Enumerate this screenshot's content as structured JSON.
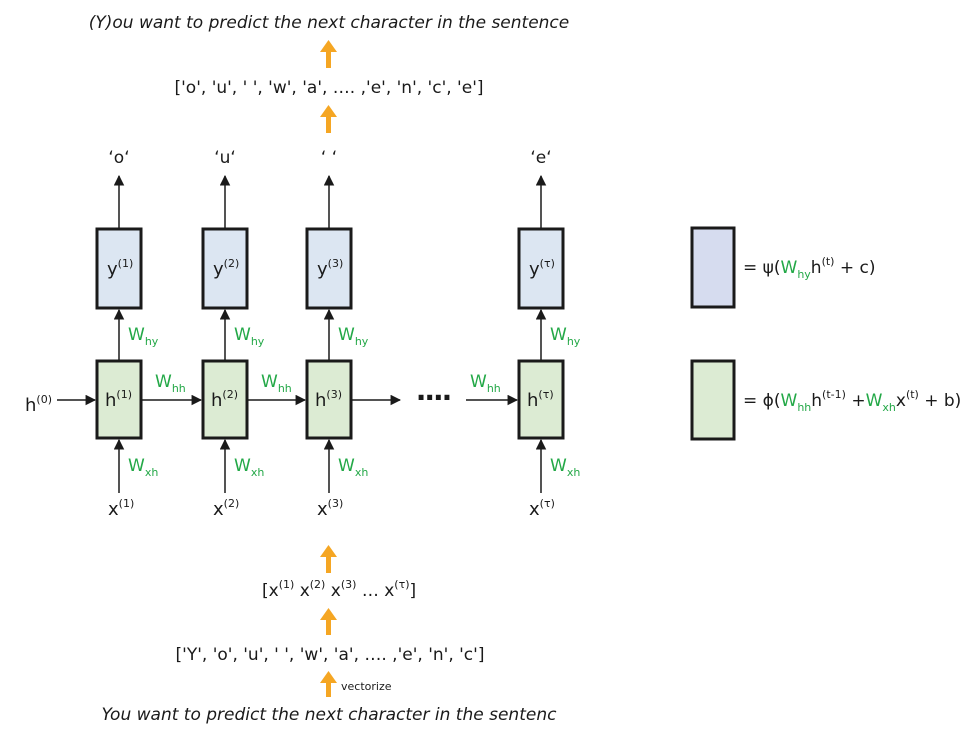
{
  "top_caption": "(Y)ou want to predict the next character in the sentence",
  "bottom_caption": "You want to predict the next character in the sentenc",
  "output_list": "['o', 'u', ' ', 'w', 'a', …. ,'e', 'n', 'c', 'e']",
  "input_list": "['Y', 'o', 'u', ' ', 'w', 'a', …. ,'e', 'n', 'c']",
  "vector_label": {
    "open": "[",
    "close": "]",
    "x": "x",
    "dots": "…",
    "sups": [
      "(1)",
      "(2)",
      "(3)",
      "(τ)"
    ]
  },
  "vectorize_label": "vectorize",
  "initial_hidden": {
    "base": "h",
    "sup": "(0)"
  },
  "ellipsis": "····",
  "weights": {
    "W": "W",
    "hy": "hy",
    "hh": "hh",
    "xh": "xh"
  },
  "columns": [
    {
      "output_char": "‘o‘",
      "y_sup": "(1)",
      "h_sup": "(1)",
      "x_sup": "(1)"
    },
    {
      "output_char": "‘u‘",
      "y_sup": "(2)",
      "h_sup": "(2)",
      "x_sup": "(2)"
    },
    {
      "output_char": "‘ ‘",
      "y_sup": "(3)",
      "h_sup": "(3)",
      "x_sup": "(3)"
    },
    {
      "output_char": "‘e‘",
      "y_sup": "(τ)",
      "h_sup": "(τ)",
      "x_sup": "(τ)"
    }
  ],
  "legend": {
    "output_formula": {
      "prefix": "= ψ(",
      "W": "W",
      "sub": "hy",
      "h": "h",
      "h_sup": "(t)",
      "suffix": " + c)"
    },
    "hidden_formula": {
      "prefix": "= ϕ(",
      "W1": "W",
      "sub1": "hh",
      "h": "h",
      "h_sup": "(t-1)",
      "plus": " +",
      "W2": "W",
      "sub2": "xh",
      "x": "x",
      "x_sup": "(t)",
      "suffix": " + b)"
    }
  },
  "colors": {
    "output_box": "#dce6f2",
    "hidden_box": "#dcebd3",
    "legend_output_box": "#d6dcef",
    "weight_text": "#23a847",
    "yellow_arrow": "#f5a623"
  }
}
